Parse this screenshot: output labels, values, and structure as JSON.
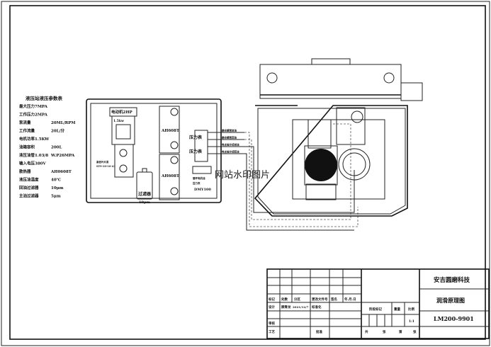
{
  "params_table": {
    "title": "液压站液压参数表",
    "rows": [
      [
        "最大压力7MPA",
        ""
      ],
      [
        "工作压力2MPA",
        ""
      ],
      [
        "泵流量",
        "20ML/RPM"
      ],
      [
        "工作流量",
        "20L/分"
      ],
      [
        "电机功率1.5KW",
        ""
      ],
      [
        "油箱容积",
        "200L"
      ],
      [
        "液压油管1.03/8",
        "W.P26MPA"
      ],
      [
        "输入电压380V",
        ""
      ],
      [
        "散热器",
        "AH0608T"
      ],
      [
        "液压油温度",
        "40℃"
      ],
      [
        "回油过滤器",
        "10μm"
      ],
      [
        "主油过滤器",
        "5μm"
      ]
    ]
  },
  "hydraulic_station": {
    "motor_label": "电动机2HP",
    "motor_power": "1.5kw",
    "pump_label": "高低叶片泵",
    "pump_model": "ST9-30-10-43",
    "cooler_top": "AH608T",
    "cooler_bottom": "AH608T",
    "filter_label": "过滤器",
    "filter_spec": "10μm",
    "gauge_top": "压力表",
    "gauge_bottom": "压力表",
    "switch_label": "循环电机油",
    "switch_sub": "压力表",
    "switch_model": "DMY100",
    "lines": [
      "磨合螺管进油",
      "磨合螺管回油",
      "电主轴冷却进油",
      "电主轴冷却回油"
    ]
  },
  "watermark": "网站水印图片",
  "title_block": {
    "company": "安吉圆磨科技",
    "drawing_name": "润滑原理图",
    "drawing_no": "LM200-9901",
    "headers": [
      "标记",
      "处数",
      "分区",
      "更改文件号",
      "签名",
      "年.月.日"
    ],
    "design_label": "设计",
    "designer": "顾青龙",
    "date": "2021/12/7",
    "standard_label": "标准化",
    "stage_label": "阶段标记",
    "weight_label": "重量",
    "scale_label": "比例",
    "scale": "1:1",
    "review_label": "审核",
    "process_label": "工艺",
    "approve_label": "批准",
    "total_label": "共",
    "sheets_label": "张",
    "page_label": "第",
    "sheet_label2": "张"
  }
}
